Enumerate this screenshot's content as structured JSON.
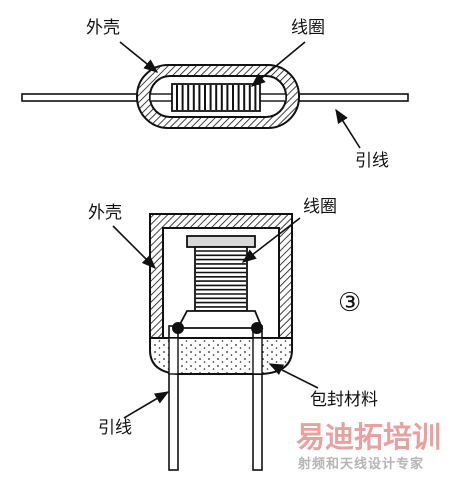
{
  "labels": {
    "top_shell": "外壳",
    "top_coil": "线圈",
    "top_lead": "引线",
    "bottom_shell": "外壳",
    "bottom_coil": "线圈",
    "bottom_number": "③",
    "bottom_lead": "引线",
    "bottom_seal": "包封材料"
  },
  "watermark": {
    "logo_text": "易迪拓培训",
    "tagline": "射频和天线设计专家"
  },
  "colors": {
    "line": "#111111",
    "fill_gray": "#d8d8d8",
    "watermark": "#e9a0a0"
  }
}
